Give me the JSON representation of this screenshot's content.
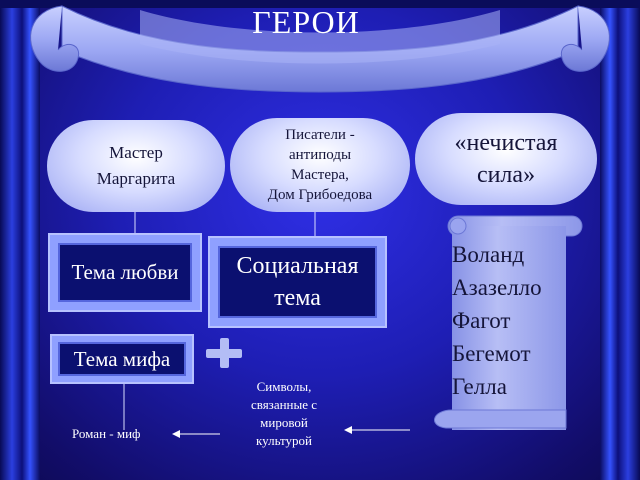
{
  "title": "ГЕРОИ",
  "nodes": {
    "master": "Мастер\nМаргарита",
    "writers": "Писатели -\nантиподы\nМастера,\nДом Грибоедова",
    "evil": "«нечистая\nсила»",
    "love": "Тема любви",
    "social": "Социальная\nтема",
    "myth": "Тема мифа",
    "symbols": "Символы,\nсвязанные с\nмировой\nкультурой",
    "roman": "Роман - миф"
  },
  "evil_list": [
    "Воланд",
    "Азазелло",
    "Фагот",
    "Бегемот",
    "Гелла"
  ],
  "colors": {
    "background": "#1e1eb4",
    "scroll": "#a9b1ee",
    "text_light": "#ffffff",
    "text_dark": "#15153a"
  }
}
